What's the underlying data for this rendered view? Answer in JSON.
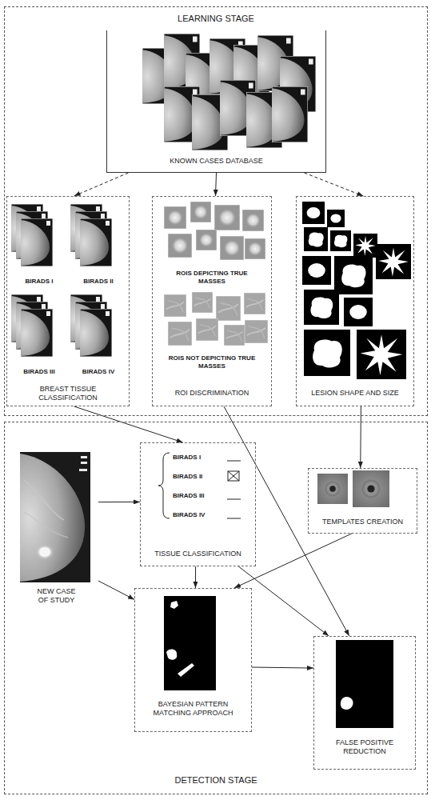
{
  "diagram": {
    "nodes": [
      {
        "text": [
          "LEARNING STAGE"
        ]
      },
      {
        "text": [
          "KNOWN CASES DATABASE"
        ],
        "in": 0
      },
      {
        "text": [
          "BIRADS I",
          "BIRADS II",
          "BIRADS III",
          "BIRADS IV",
          "BREAST TISSUE CLASSIFICATION"
        ],
        "in": 0
      },
      {
        "text": [
          "ROIS DEPICTING TRUE MASSES",
          "ROIS NOT DEPICTING TRUE MASSES",
          "ROI DISCRIMINATION"
        ],
        "in": 0
      },
      {
        "text": [
          "LESION SHAPE AND SIZE"
        ],
        "in": 0
      },
      {
        "text": [
          "DETECTION STAGE"
        ]
      },
      {
        "text": [
          "NEW CASE OF STUDY"
        ],
        "in": 5
      },
      {
        "text": [
          "BIRADS I",
          "BIRADS II",
          "BIRADS III",
          "BIRADS IV",
          "TISSUE CLASSIFICATION"
        ],
        "in": 5
      },
      {
        "text": [
          "TEMPLATES CREATION"
        ],
        "in": 5
      },
      {
        "text": [
          "BAYESIAN PATTERN MATCHING APPROACH"
        ],
        "in": 5
      },
      {
        "text": [
          "FALSE POSITIVE REDUCTION"
        ],
        "in": 5
      }
    ],
    "edges": [
      {
        "from": 1,
        "to": 2,
        "arrow": "to"
      },
      {
        "from": 1,
        "to": 3,
        "arrow": "to"
      },
      {
        "from": 1,
        "to": 4,
        "arrow": "to"
      },
      {
        "from": 2,
        "to": 7,
        "arrow": "to"
      },
      {
        "from": 3,
        "to": 10,
        "arrow": "to"
      },
      {
        "from": 4,
        "to": 8,
        "arrow": "to"
      },
      {
        "from": 6,
        "to": 7,
        "arrow": "to"
      },
      {
        "from": 6,
        "to": 9,
        "arrow": "to"
      },
      {
        "from": 7,
        "to": 9,
        "arrow": "to"
      },
      {
        "from": 7,
        "to": 10,
        "arrow": "to"
      },
      {
        "from": 8,
        "to": 9,
        "arrow": "to"
      },
      {
        "from": 9,
        "to": 10,
        "arrow": "to"
      }
    ]
  }
}
